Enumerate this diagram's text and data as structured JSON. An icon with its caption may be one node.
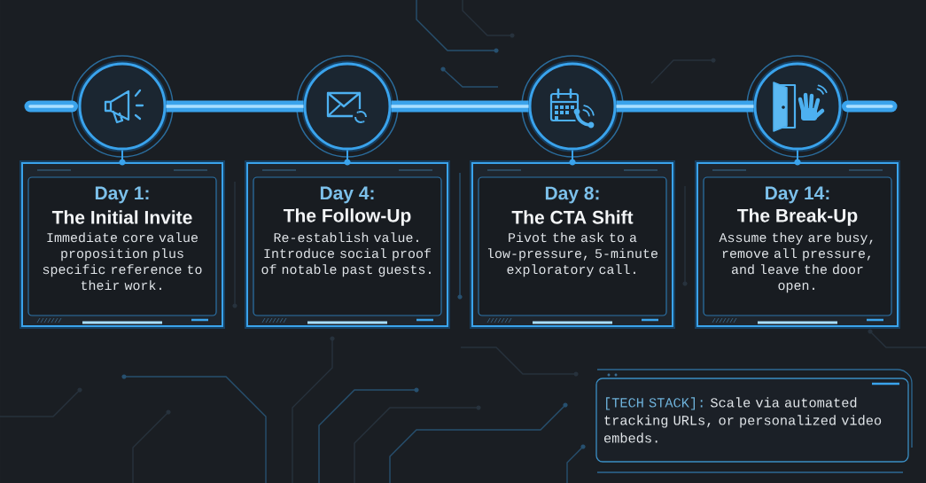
{
  "diagram": {
    "nodes": [
      {
        "text": [],
        "shape": "circle"
      },
      {
        "text": [],
        "shape": "circle"
      },
      {
        "text": [],
        "shape": "circle"
      },
      {
        "text": [],
        "shape": "circle"
      },
      {
        "text": [
          "Day 1:",
          "The Initial Invite",
          "Immediate core value proposition plus specific reference to their work."
        ]
      },
      {
        "text": [
          "Day 4:",
          "The Follow-Up",
          "Re-establish value. Introduce social proof of notable past guests."
        ]
      },
      {
        "text": [
          "Day 8:",
          "The CTA Shift",
          "Pivot the ask to a low-pressure, 5-minute exploratory call."
        ]
      },
      {
        "text": [
          "Day 14:",
          "The Break-Up",
          "Assume they are busy, remove all pressure, and leave the door open."
        ]
      },
      {
        "text": [
          "[TECH STACK]:",
          "Scale via automated tracking URLs, or personalized video embeds."
        ]
      }
    ],
    "edges": [
      {
        "from": 0,
        "to": 1,
        "arrow": "none",
        "style": "thick"
      },
      {
        "from": 1,
        "to": 2,
        "arrow": "none",
        "style": "thick"
      },
      {
        "from": 2,
        "to": 3,
        "arrow": "none",
        "style": "thick"
      },
      {
        "from": 0,
        "to": 4,
        "arrow": "none"
      },
      {
        "from": 1,
        "to": 5,
        "arrow": "none"
      },
      {
        "from": 2,
        "to": 6,
        "arrow": "none"
      },
      {
        "from": 3,
        "to": 7,
        "arrow": "none"
      }
    ]
  }
}
